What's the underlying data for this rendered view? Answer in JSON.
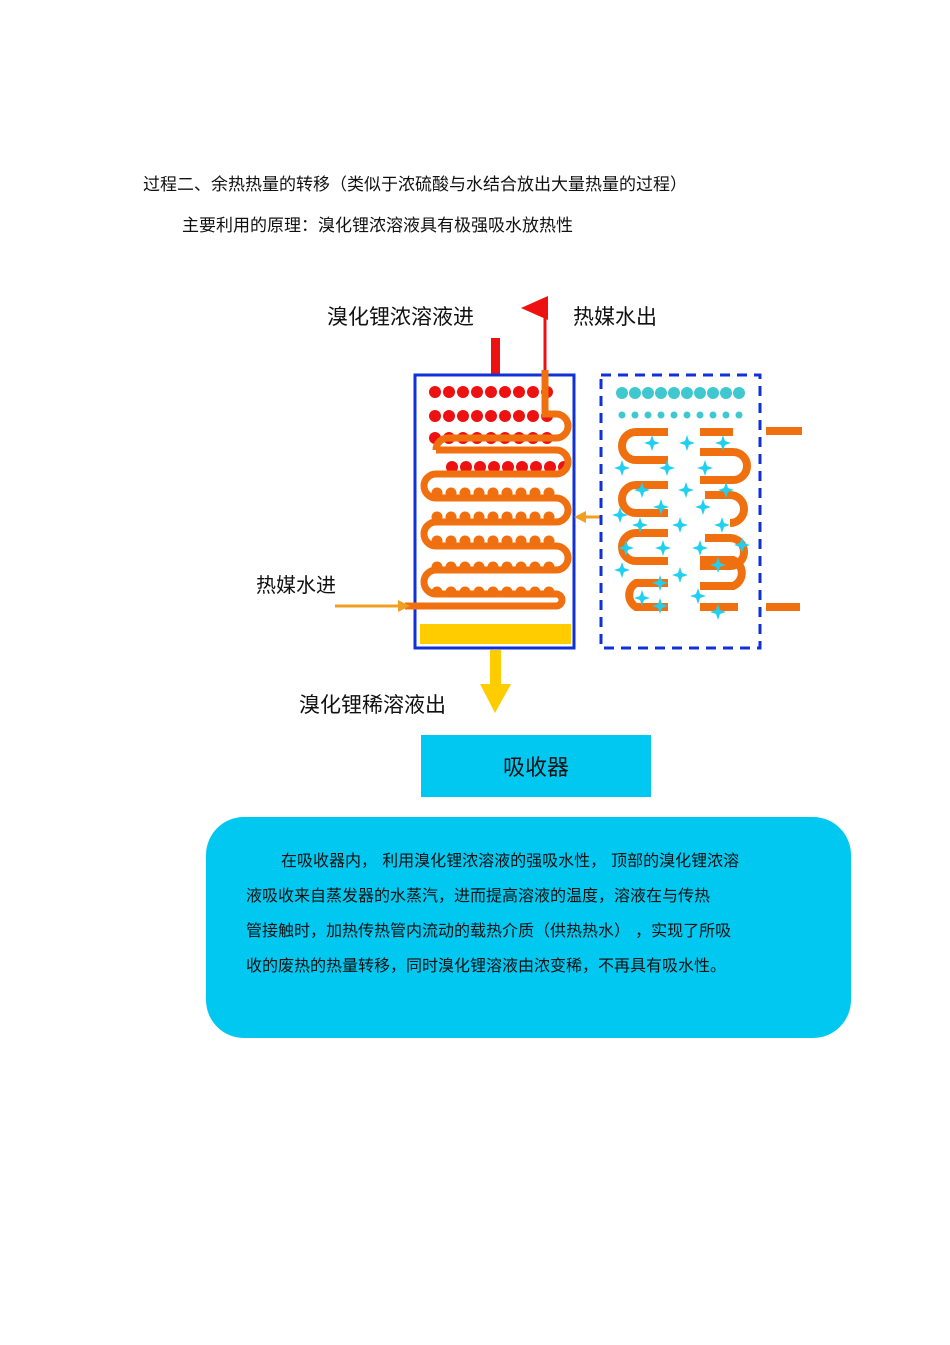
{
  "heading": "过程二、余热热量的转移（类似于浓硫酸与水结合放出大量热量的过程）",
  "principle": "主要利用的原理：溴化锂浓溶液具有极强吸水放热性",
  "diagram": {
    "label_concentrated_in": "溴化锂浓溶液进",
    "label_heat_water_out": "热媒水出",
    "label_heat_water_in": "热媒水进",
    "label_dilute_out": "溴化锂稀溶液出",
    "absorber_label": "吸收器",
    "colors": {
      "absorber_outline": "#1030d8",
      "evaporator_outline": "#1030d8",
      "red_droplet": "#ee1111",
      "orange_tube": "#f07010",
      "cyan_droplet": "#40c8d0",
      "vapor_star": "#20d0f0",
      "dilute_solution": "#ffcc00",
      "accent_box": "#00c8f0"
    }
  },
  "description": {
    "line1": "在吸收器内，  利用溴化锂浓溶液的强吸水性，    顶部的溴化锂浓溶",
    "line2": "液吸收来自蒸发器的水蒸汽，进而提高溶液的温度，溶液在与传热",
    "line3": "管接触时，加热传热管内流动的载热介质（供热热水）     ，实现了所吸",
    "line4": "收的废热的热量转移，同时溴化锂溶液由浓变稀，不再具有吸水性。"
  }
}
